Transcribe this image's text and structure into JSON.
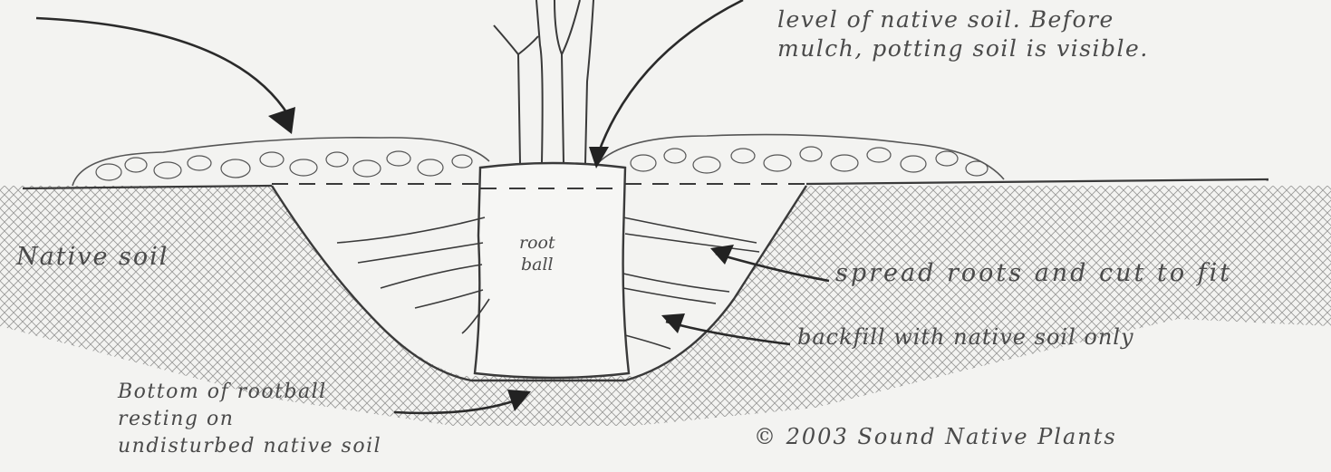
{
  "labels": {
    "top_note_line1": "level of native soil. Before",
    "top_note_line2": "mulch, potting soil is visible.",
    "native_soil": "Native soil",
    "root_ball_line1": "root",
    "root_ball_line2": "ball",
    "spread_roots": "spread roots and cut to fit",
    "backfill": "backfill with native soil only",
    "bottom_line1": "Bottom of rootball",
    "bottom_line2": "resting on",
    "bottom_line3": "undisturbed native soil",
    "copyright": "© 2003  Sound Native Plants"
  },
  "colors": {
    "paper": "#f3f3f1",
    "ink": "#3a3a3a",
    "hatch": "#8a8a8a"
  }
}
